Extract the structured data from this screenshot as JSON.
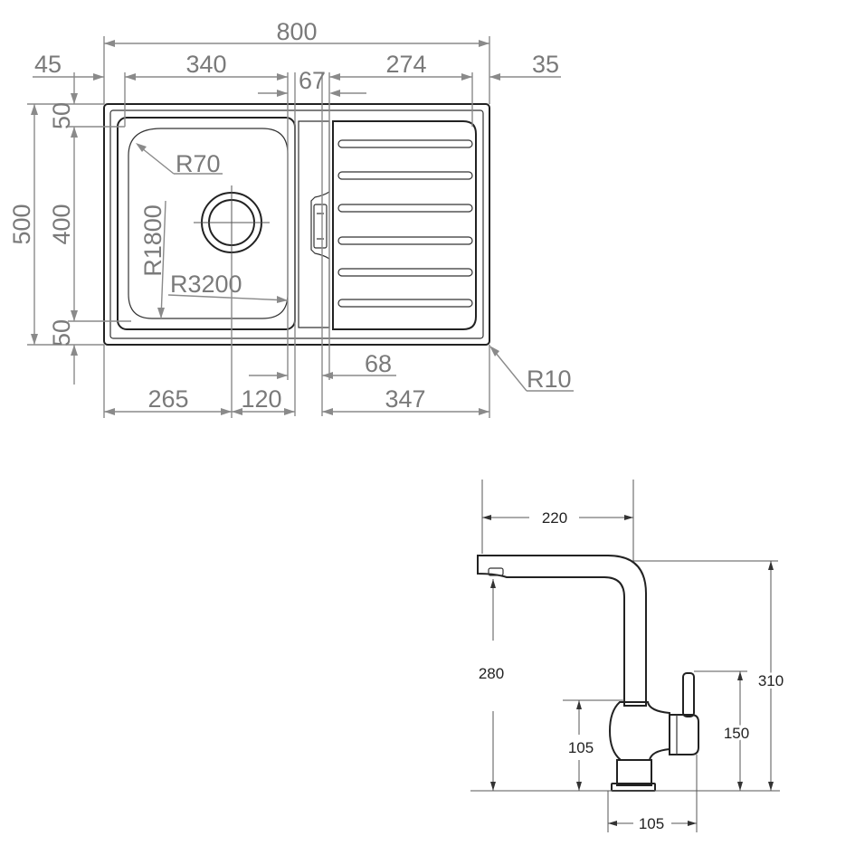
{
  "sink": {
    "width_total": "800",
    "left_offset": "45",
    "bowl_width": "340",
    "bowl_drain_gap": "67",
    "drainer_width": "274",
    "right_offset": "35",
    "top_margin": "50",
    "height_total": "500",
    "bowl_height": "400",
    "bottom_margin": "50",
    "corner_radius_bowl": "R70",
    "radius_side": "R1800",
    "radius_bottom": "R3200",
    "corner_radius_outer": "R10",
    "gap_68": "68",
    "bottom_left": "265",
    "bottom_mid": "120",
    "bottom_right": "347"
  },
  "faucet": {
    "reach": "220",
    "spout_height": "280",
    "total_height": "310",
    "body_height": "105",
    "handle_height": "150",
    "base_width": "105"
  },
  "colors": {
    "dimension": "#7a7a7a",
    "outline": "#222222"
  }
}
